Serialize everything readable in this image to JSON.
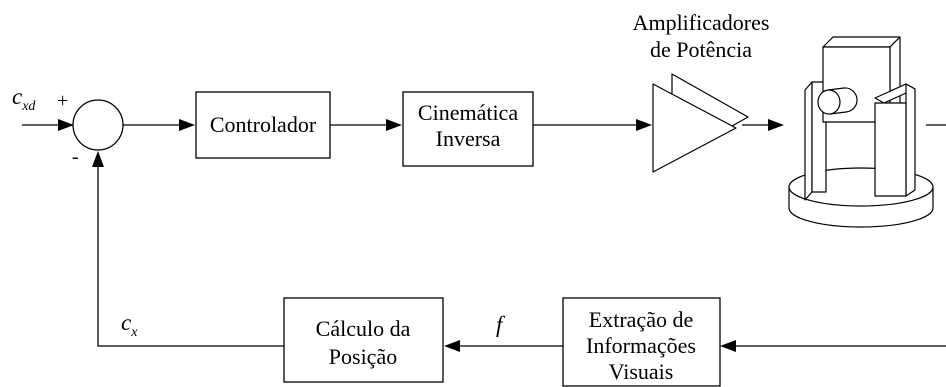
{
  "blocks": {
    "controller": "Controlador",
    "inverse_kinematics": [
      "Cinemática",
      "Inversa"
    ],
    "position_calc": [
      "Cálculo da",
      "Posição"
    ],
    "feature_extraction": [
      "Extração de",
      "Informações",
      "Visuais"
    ]
  },
  "amplifier_label": [
    "Amplificadores",
    "de Potência"
  ],
  "signals": {
    "reference_main": "c",
    "reference_sub": "xd",
    "feedback_main": "c",
    "feedback_sub": "x",
    "features": "f"
  },
  "summing_signs": {
    "plus": "+",
    "minus": "-"
  }
}
